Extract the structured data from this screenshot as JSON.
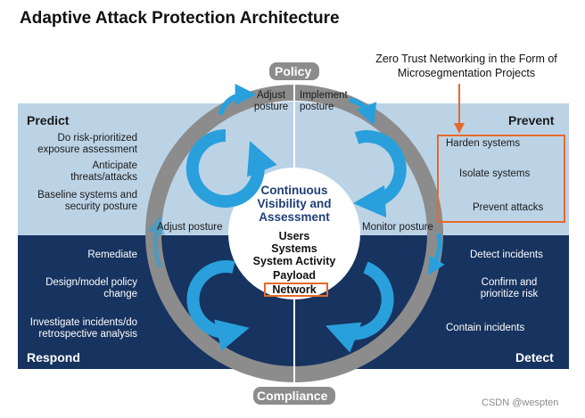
{
  "title": "Adaptive Attack Protection Architecture",
  "callout": "Zero Trust Networking in the Form of Microsegmentation Projects",
  "ring": {
    "top_label": "Policy",
    "bottom_label": "Compliance"
  },
  "top_arrows": {
    "left_label": "Adjust posture",
    "right_label": "Implement posture"
  },
  "quadrants": {
    "predict": {
      "label": "Predict",
      "items": [
        "Do risk-prioritized exposure assessment",
        "Anticipate threats/attacks",
        "Baseline systems and security posture"
      ],
      "cycle_label": "Adjust posture"
    },
    "prevent": {
      "label": "Prevent",
      "items": [
        "Harden systems",
        "Isolate systems",
        "Prevent attacks"
      ],
      "cycle_label": "Monitor posture"
    },
    "respond": {
      "label": "Respond",
      "items": [
        "Remediate",
        "Design/model policy change",
        "Investigate incidents/do retrospective analysis"
      ]
    },
    "detect": {
      "label": "Detect",
      "items": [
        "Detect incidents",
        "Confirm and prioritize risk",
        "Contain incidents"
      ]
    }
  },
  "center": {
    "title": "Continuous Visibility and Assessment",
    "items": [
      "Users",
      "Systems",
      "System Activity",
      "Payload",
      "Network"
    ]
  },
  "watermark": "CSDN @wespten",
  "colors": {
    "light_panel": "#bcd3e6",
    "dark_panel": "#17335f",
    "ring": "#8c8c8c",
    "arrow": "#29a0dc",
    "highlight": "#e46a2b",
    "center_title": "#1f3f77"
  }
}
